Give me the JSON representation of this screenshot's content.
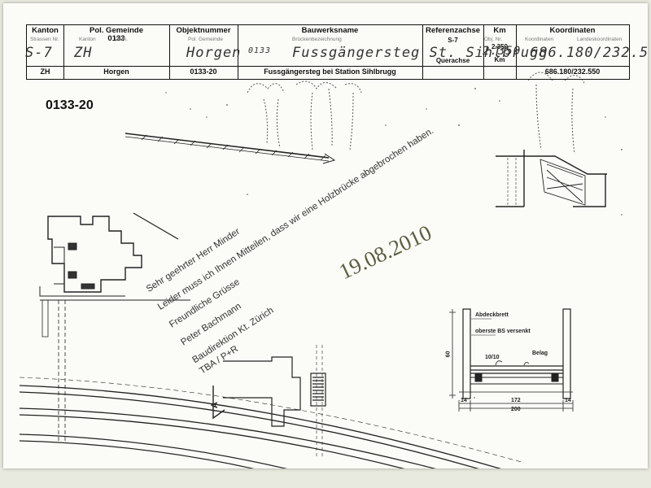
{
  "header": {
    "columns": [
      {
        "label": "Kanton",
        "value": "ZH"
      },
      {
        "label": "Pol. Gemeinde\n0133",
        "value": "Horgen"
      },
      {
        "label": "Objektnummer",
        "value": "0133-20"
      },
      {
        "label": "Bauwerksname",
        "value": "Fussgängersteg bei Station Sihlbrugg"
      },
      {
        "label": "Referenzachse",
        "sub": "S-7",
        "value": "Querachse"
      },
      {
        "label": "Km",
        "sub": "2.350",
        "value": "Km"
      },
      {
        "label": "Koordinaten",
        "value": "686.180/232.550"
      }
    ],
    "underprint": [
      "Strassen Nr.",
      "Kanton",
      "Gem.",
      "Pol. Gemeinde",
      "Brückenbezeichnung",
      "Obj. Nr.",
      "Koordinaten",
      "Landeskoordinaten"
    ],
    "handwritten": [
      "S-7",
      "ZH",
      "Horgen",
      "0133",
      "Fussgängersteg St. Sihlbrugg",
      "2.350",
      "686.180/232.5"
    ]
  },
  "document_code": "0133-20",
  "letter": [
    "Sehr geehrter Herr Minder",
    "Leider muss ich Ihnen Mitteilen, dass wir eine Holzbrücke abgebrochen haben.",
    "Freundliche Grüsse",
    "Peter Bachmann",
    "Baudirektion Kt. Zürich",
    "TBA / P+R"
  ],
  "stamp_date": "19.08.2010",
  "section_drawing": {
    "labels": [
      "Abdeckbrett",
      "oberste BS versenkt",
      "10/10",
      "Belag"
    ],
    "dimensions": [
      "14",
      "172",
      "14",
      "200",
      "60"
    ]
  },
  "section_marker": "A"
}
